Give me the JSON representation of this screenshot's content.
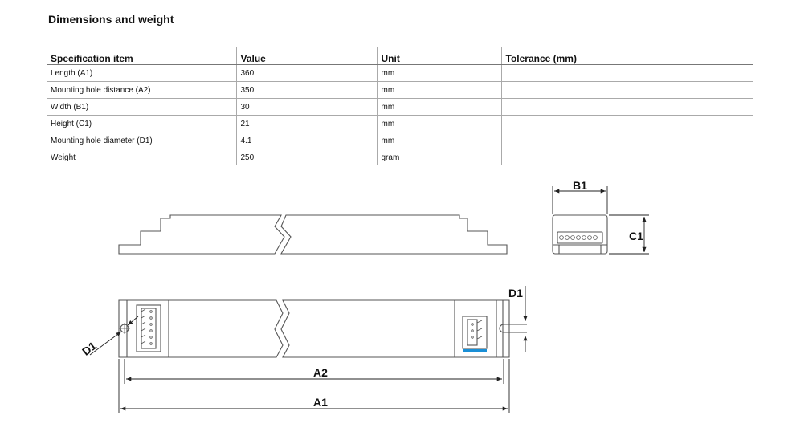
{
  "section": {
    "title": "Dimensions and weight"
  },
  "table": {
    "headers": [
      "Specification item",
      "Value",
      "Unit",
      "Tolerance (mm)"
    ],
    "rows": [
      [
        "Length (A1)",
        "360",
        "mm",
        ""
      ],
      [
        "Mounting hole distance (A2)",
        "350",
        "mm",
        ""
      ],
      [
        "Width (B1)",
        "30",
        "mm",
        ""
      ],
      [
        "Height (C1)",
        "21",
        "mm",
        ""
      ],
      [
        "Mounting hole diameter (D1)",
        "4.1",
        "mm",
        ""
      ],
      [
        "Weight",
        "250",
        "gram",
        ""
      ]
    ]
  },
  "drawing": {
    "labels": {
      "a1": "A1",
      "a2": "A2",
      "b1": "B1",
      "c1": "C1",
      "d1_left": "D1",
      "d1_right": "D1"
    },
    "colors": {
      "accent_connector": "#1a8fd6",
      "line": "#555555"
    }
  }
}
